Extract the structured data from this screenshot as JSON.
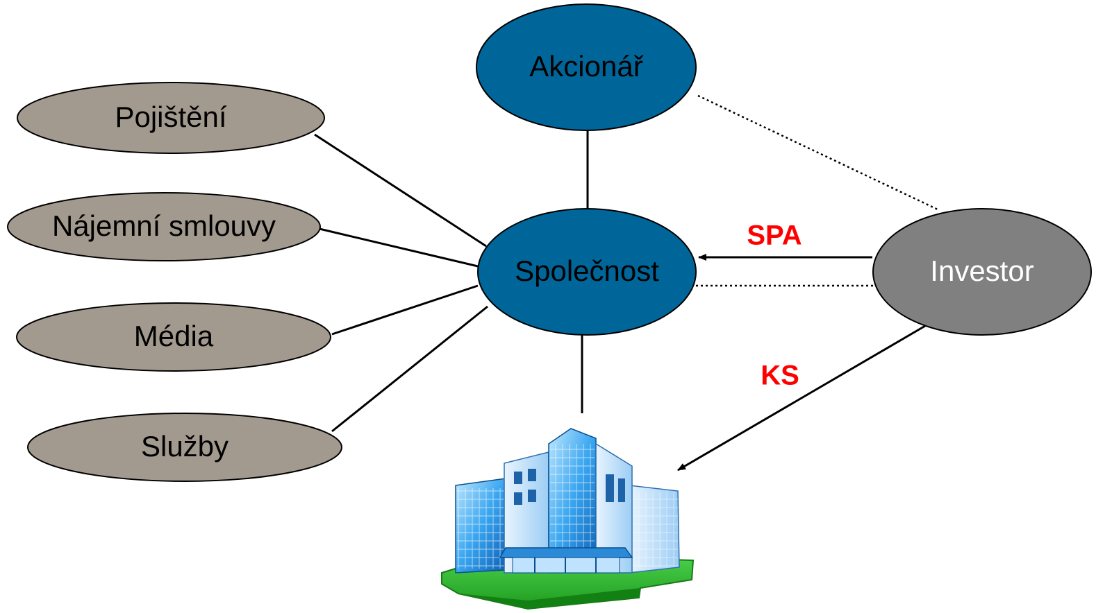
{
  "nodes": {
    "akcionar": {
      "label": "Akcionář"
    },
    "spolecnost": {
      "label": "Společnost"
    },
    "investor": {
      "label": "Investor"
    },
    "pojisteni": {
      "label": "Pojištění"
    },
    "najemni_smlouvy": {
      "label": "Nájemní smlouvy"
    },
    "media": {
      "label": "Média"
    },
    "sluzby": {
      "label": "Služby"
    }
  },
  "edges": {
    "spa": {
      "label": "SPA"
    },
    "ks": {
      "label": "KS"
    }
  },
  "icons": {
    "building": "office-building-icon"
  },
  "colors": {
    "primary_node": "#006699",
    "investor_node": "#808080",
    "side_node": "#a39a8f",
    "edge_label": "#ff0000",
    "line": "#000000"
  }
}
